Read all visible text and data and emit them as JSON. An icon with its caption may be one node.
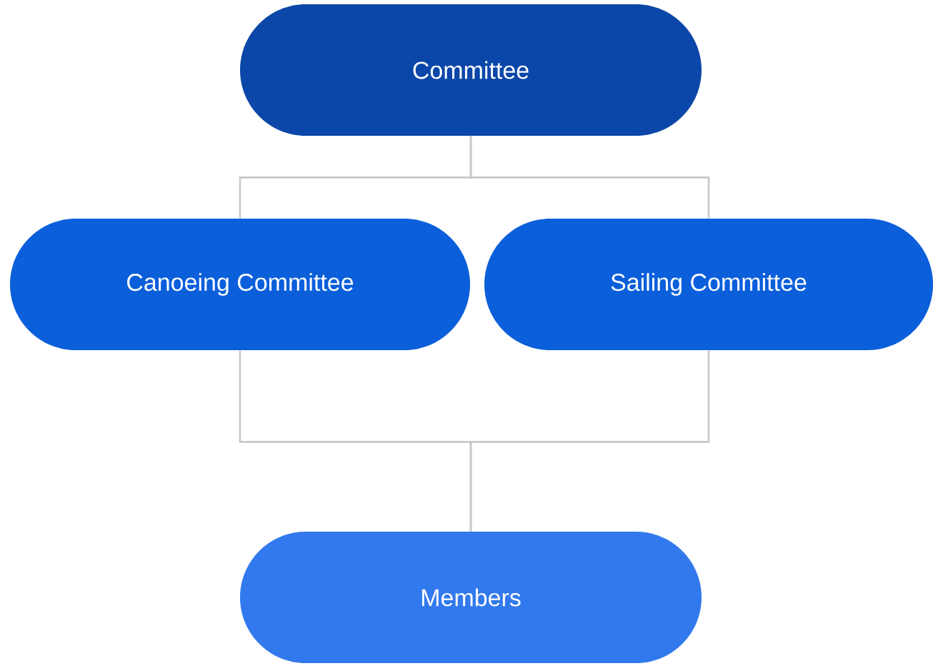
{
  "diagram": {
    "nodes": [
      {
        "text": [
          "Committee"
        ]
      },
      {
        "text": [
          "Canoeing Committee"
        ]
      },
      {
        "text": [
          "Sailing Committee"
        ]
      },
      {
        "text": [
          "Members"
        ]
      }
    ],
    "edges": [
      {
        "from": 0,
        "to": 1,
        "arrow": "none"
      },
      {
        "from": 0,
        "to": 2,
        "arrow": "none"
      },
      {
        "from": 1,
        "to": 3,
        "arrow": "none"
      },
      {
        "from": 2,
        "to": 3,
        "arrow": "none"
      }
    ]
  }
}
